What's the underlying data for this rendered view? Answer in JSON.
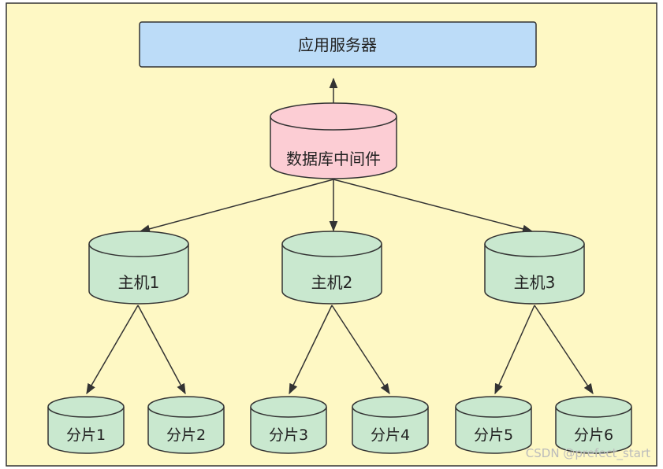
{
  "diagram": {
    "app_server": "应用服务器",
    "middleware": "数据库中间件",
    "hosts": [
      "主机1",
      "主机2",
      "主机3"
    ],
    "shards": [
      "分片1",
      "分片2",
      "分片3",
      "分片4",
      "分片5",
      "分片6"
    ],
    "watermark": "CSDN @prefect_start"
  },
  "colors": {
    "background": "#fef8c4",
    "app_server_fill": "#bcdcf8",
    "middleware_fill": "#fccdd4",
    "node_fill": "#c9e8cf",
    "stroke": "#333333",
    "watermark": "#bbbbbb"
  }
}
